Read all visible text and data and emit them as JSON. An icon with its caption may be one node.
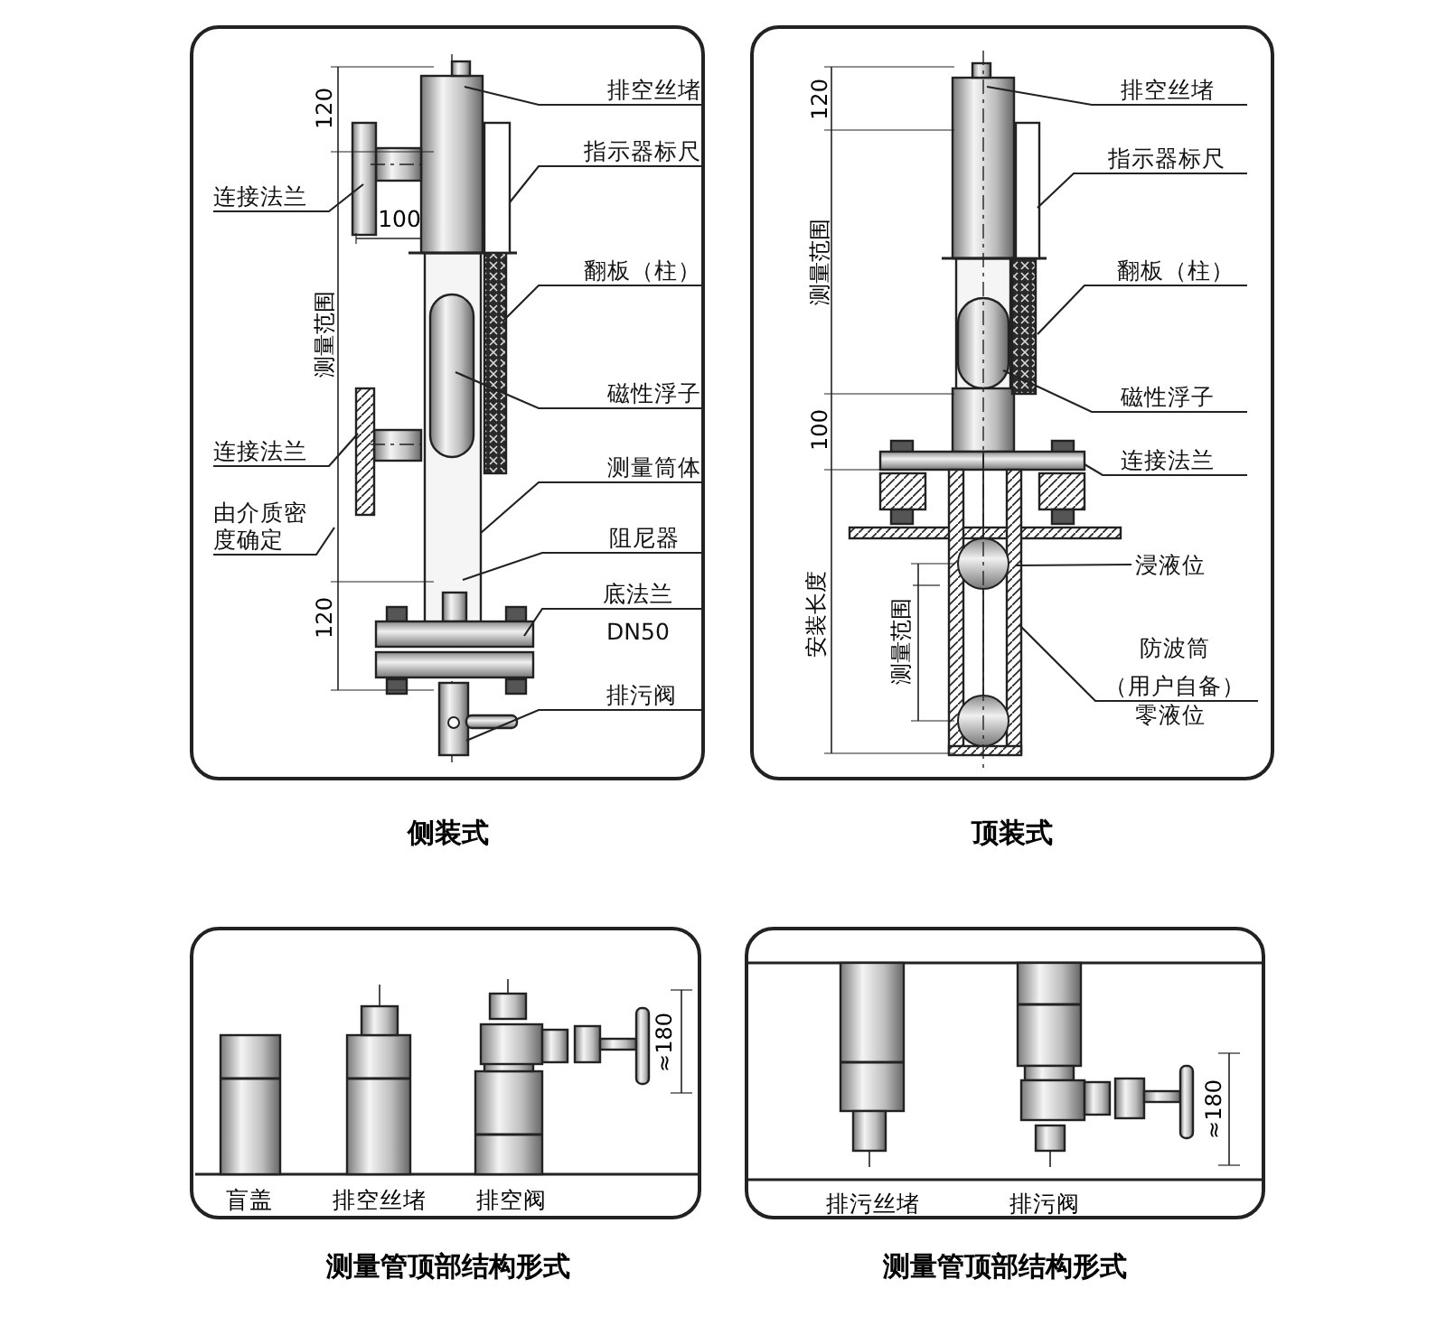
{
  "diagram": {
    "nodes": [
      {
        "text": [
          "侧装式"
        ]
      },
      {
        "text": [
          "顶装式"
        ]
      },
      {
        "text": [
          "测量管顶部结构形式"
        ]
      },
      {
        "text": [
          "测量管顶部结构形式"
        ]
      },
      {
        "text": [
          "排空丝堵"
        ],
        "in": 0
      },
      {
        "text": [
          "指示器标尺"
        ],
        "in": 0
      },
      {
        "text": [
          "连接法兰"
        ],
        "in": 0
      },
      {
        "text": [
          "翻板（柱）"
        ],
        "in": 0
      },
      {
        "text": [
          "磁性浮子"
        ],
        "in": 0
      },
      {
        "text": [
          "连接法兰"
        ],
        "in": 0
      },
      {
        "text": [
          "测量筒体"
        ],
        "in": 0
      },
      {
        "text": [
          "由介质密度确定"
        ],
        "in": 0
      },
      {
        "text": [
          "阻尼器"
        ],
        "in": 0
      },
      {
        "text": [
          "底法兰",
          "DN50"
        ],
        "in": 0
      },
      {
        "text": [
          "排污阀"
        ],
        "in": 0
      },
      {
        "text": [
          "排空丝堵"
        ],
        "in": 1
      },
      {
        "text": [
          "指示器标尺"
        ],
        "in": 1
      },
      {
        "text": [
          "翻板（柱）"
        ],
        "in": 1
      },
      {
        "text": [
          "磁性浮子"
        ],
        "in": 1
      },
      {
        "text": [
          "连接法兰"
        ],
        "in": 1
      },
      {
        "text": [
          "浸液位"
        ],
        "in": 1
      },
      {
        "text": [
          "防波筒",
          "（用户自备）"
        ],
        "in": 1
      },
      {
        "text": [
          "零液位"
        ],
        "in": 1
      }
    ],
    "edges": [
      {
        "from": 4,
        "to": null,
        "arrow": "none"
      },
      {
        "from": 5,
        "to": null,
        "arrow": "none"
      },
      {
        "from": 6,
        "to": null,
        "arrow": "none"
      },
      {
        "from": 7,
        "to": null,
        "arrow": "none"
      },
      {
        "from": 8,
        "to": null,
        "arrow": "none"
      },
      {
        "from": 9,
        "to": null,
        "arrow": "none"
      },
      {
        "from": 10,
        "to": null,
        "arrow": "none"
      },
      {
        "from": 11,
        "to": null,
        "arrow": "none"
      },
      {
        "from": 12,
        "to": null,
        "arrow": "none"
      },
      {
        "from": 13,
        "to": null,
        "arrow": "none"
      },
      {
        "from": 14,
        "to": null,
        "arrow": "none"
      },
      {
        "from": 15,
        "to": null,
        "arrow": "none"
      },
      {
        "from": 16,
        "to": null,
        "arrow": "none"
      },
      {
        "from": 17,
        "to": null,
        "arrow": "none"
      },
      {
        "from": 18,
        "to": null,
        "arrow": "none"
      },
      {
        "from": 19,
        "to": null,
        "arrow": "none"
      },
      {
        "from": 20,
        "to": null,
        "arrow": "none"
      },
      {
        "from": 21,
        "to": null,
        "arrow": "none"
      }
    ],
    "labels": [
      "120",
      "100",
      "测量范围",
      "120",
      "120",
      "测量范围",
      "100",
      "安装长度",
      "测量范围",
      "盲盖",
      "排空丝堵",
      "排空阀",
      "≈180",
      "≈180",
      "排污丝堵",
      "排污阀"
    ]
  }
}
